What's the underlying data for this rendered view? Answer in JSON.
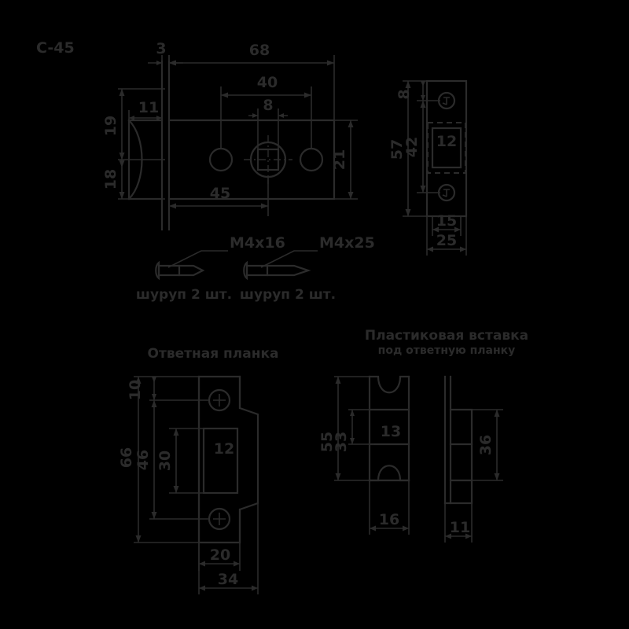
{
  "drawing": {
    "part_code": "C-45",
    "background_color": "#000000",
    "line_color": "#2b2b2b"
  },
  "main_view": {
    "name": "latch-body-front-view",
    "dimensions": {
      "faceplate_thickness": "3",
      "total_length": "68",
      "hole_spacing": "40",
      "square_spindle": "8",
      "latch_height_top": "19",
      "latch_height_bottom": "18",
      "latch_projection": "11",
      "body_height": "21",
      "body_length": "45"
    }
  },
  "side_view": {
    "name": "latch-faceplate-side-view",
    "dimensions": {
      "total_height": "57",
      "screw_spacing": "42",
      "top_offset": "8",
      "latch_window": "12",
      "inner_width": "15",
      "plate_width": "25"
    }
  },
  "fasteners": [
    {
      "name": "screw-m4x16",
      "code": "M4x16",
      "label": "шуруп 2 шт."
    },
    {
      "name": "screw-m4x25",
      "code": "M4x25",
      "label": "шуруп 2 шт."
    }
  ],
  "strike_plate": {
    "title": "Ответная планка",
    "dimensions": {
      "total_height": "66",
      "screw_spacing": "46",
      "window_height": "30",
      "top_offset": "10",
      "window_width": "12",
      "plate_width": "20",
      "total_width": "34"
    }
  },
  "plastic_insert": {
    "title": "Пластиковая вставка",
    "subtitle": "под ответную планку",
    "dimensions": {
      "total_height": "55",
      "inner_height": "33",
      "inner_width": "13",
      "outer_width": "16",
      "side_height": "36",
      "side_width": "11"
    }
  }
}
